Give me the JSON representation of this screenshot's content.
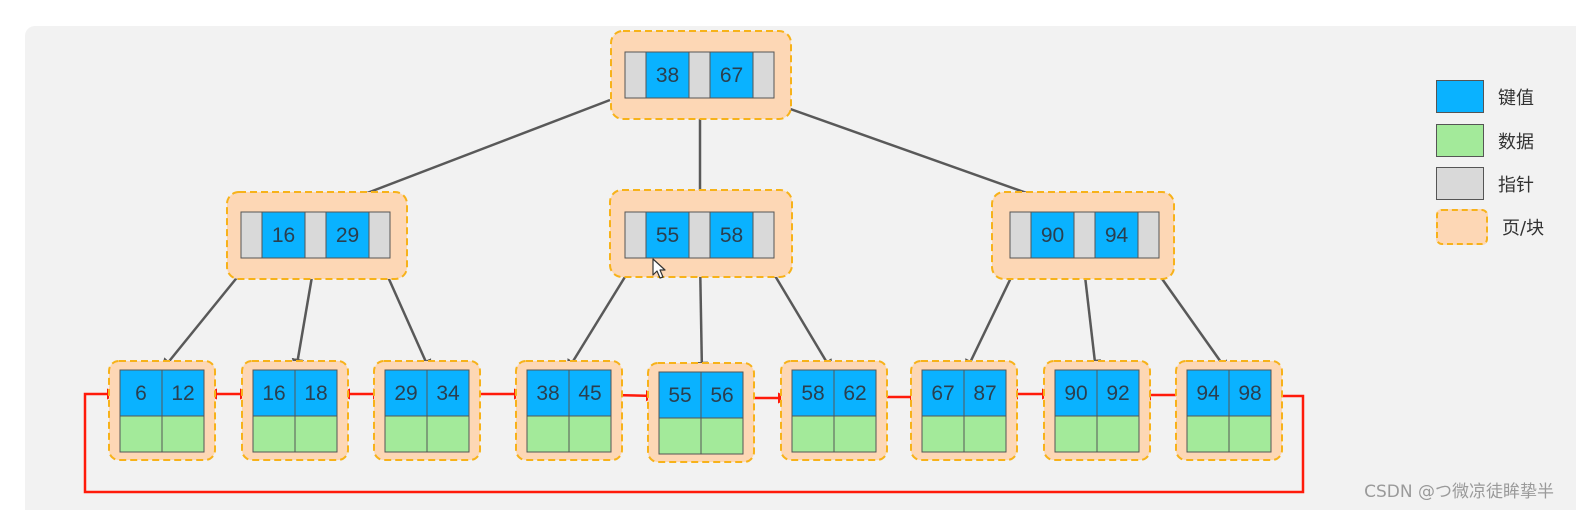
{
  "tree": {
    "root": {
      "keys": [
        "38",
        "67"
      ]
    },
    "internal": [
      {
        "keys": [
          "16",
          "29"
        ]
      },
      {
        "keys": [
          "55",
          "58"
        ]
      },
      {
        "keys": [
          "90",
          "94"
        ]
      }
    ],
    "leaves": [
      {
        "keys": [
          "6",
          "12"
        ]
      },
      {
        "keys": [
          "16",
          "18"
        ]
      },
      {
        "keys": [
          "29",
          "34"
        ]
      },
      {
        "keys": [
          "38",
          "45"
        ]
      },
      {
        "keys": [
          "55",
          "56"
        ]
      },
      {
        "keys": [
          "58",
          "62"
        ]
      },
      {
        "keys": [
          "67",
          "87"
        ]
      },
      {
        "keys": [
          "90",
          "92"
        ]
      },
      {
        "keys": [
          "94",
          "98"
        ]
      }
    ]
  },
  "legend": {
    "key": "键值",
    "data": "数据",
    "pointer": "指针",
    "page": "页/块"
  },
  "colors": {
    "key": "#0ab2ff",
    "data": "#a3ea9a",
    "pointer": "#d9d9d9",
    "page_fill": "#fdd7b5",
    "page_border": "#f7b21a",
    "tree_edge": "#595959",
    "leaf_link": "#ff1a0a"
  },
  "watermark": "CSDN @つ微凉徒眸挚半"
}
